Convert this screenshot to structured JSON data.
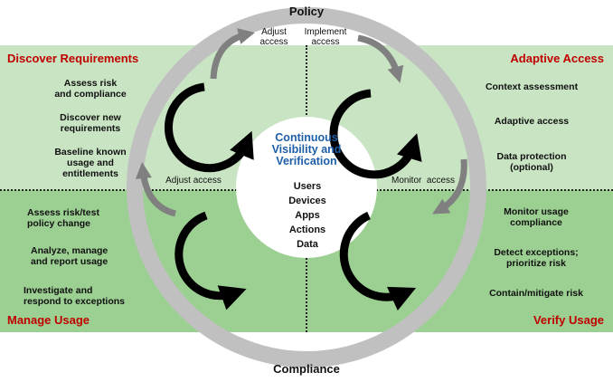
{
  "outer_ring": {
    "top_label": "Policy",
    "bottom_label": "Compliance"
  },
  "center": {
    "title": "Continuous\nVisibility and\nVerification",
    "items": [
      "Users",
      "Devices",
      "Apps",
      "Actions",
      "Data"
    ]
  },
  "arrow_labels": {
    "adjust_access_top": "Adjust\naccess",
    "implement_access": "Implement\naccess",
    "adjust_access_left": "Adjust access",
    "monitor_access": "Monitor  access"
  },
  "quadrants": {
    "top_left": {
      "title": "Discover Requirements",
      "items": [
        "Assess risk\nand compliance",
        "Discover new\nrequirements",
        "Baseline known\nusage and\nentitlements"
      ]
    },
    "top_right": {
      "title": "Adaptive Access",
      "items": [
        "Context assessment",
        "Adaptive access",
        "Data protection\n(optional)"
      ]
    },
    "bottom_left": {
      "title": "Manage Usage",
      "items": [
        "Assess risk/test\npolicy change",
        "Analyze, manage\nand report usage",
        "Investigate and\nrespond to exceptions"
      ]
    },
    "bottom_right": {
      "title": "Verify Usage",
      "items": [
        "Monitor usage\ncompliance",
        "Detect exceptions;\nprioritize risk",
        "Contain/mitigate risk"
      ]
    }
  },
  "colors": {
    "quadrant_light": "#c8e4c2",
    "quadrant_dark": "#9ccf92",
    "title_red": "#c00000",
    "center_blue": "#1f5fa8",
    "ring_gray": "#c0c0c0",
    "arrow_gray": "#808080"
  }
}
